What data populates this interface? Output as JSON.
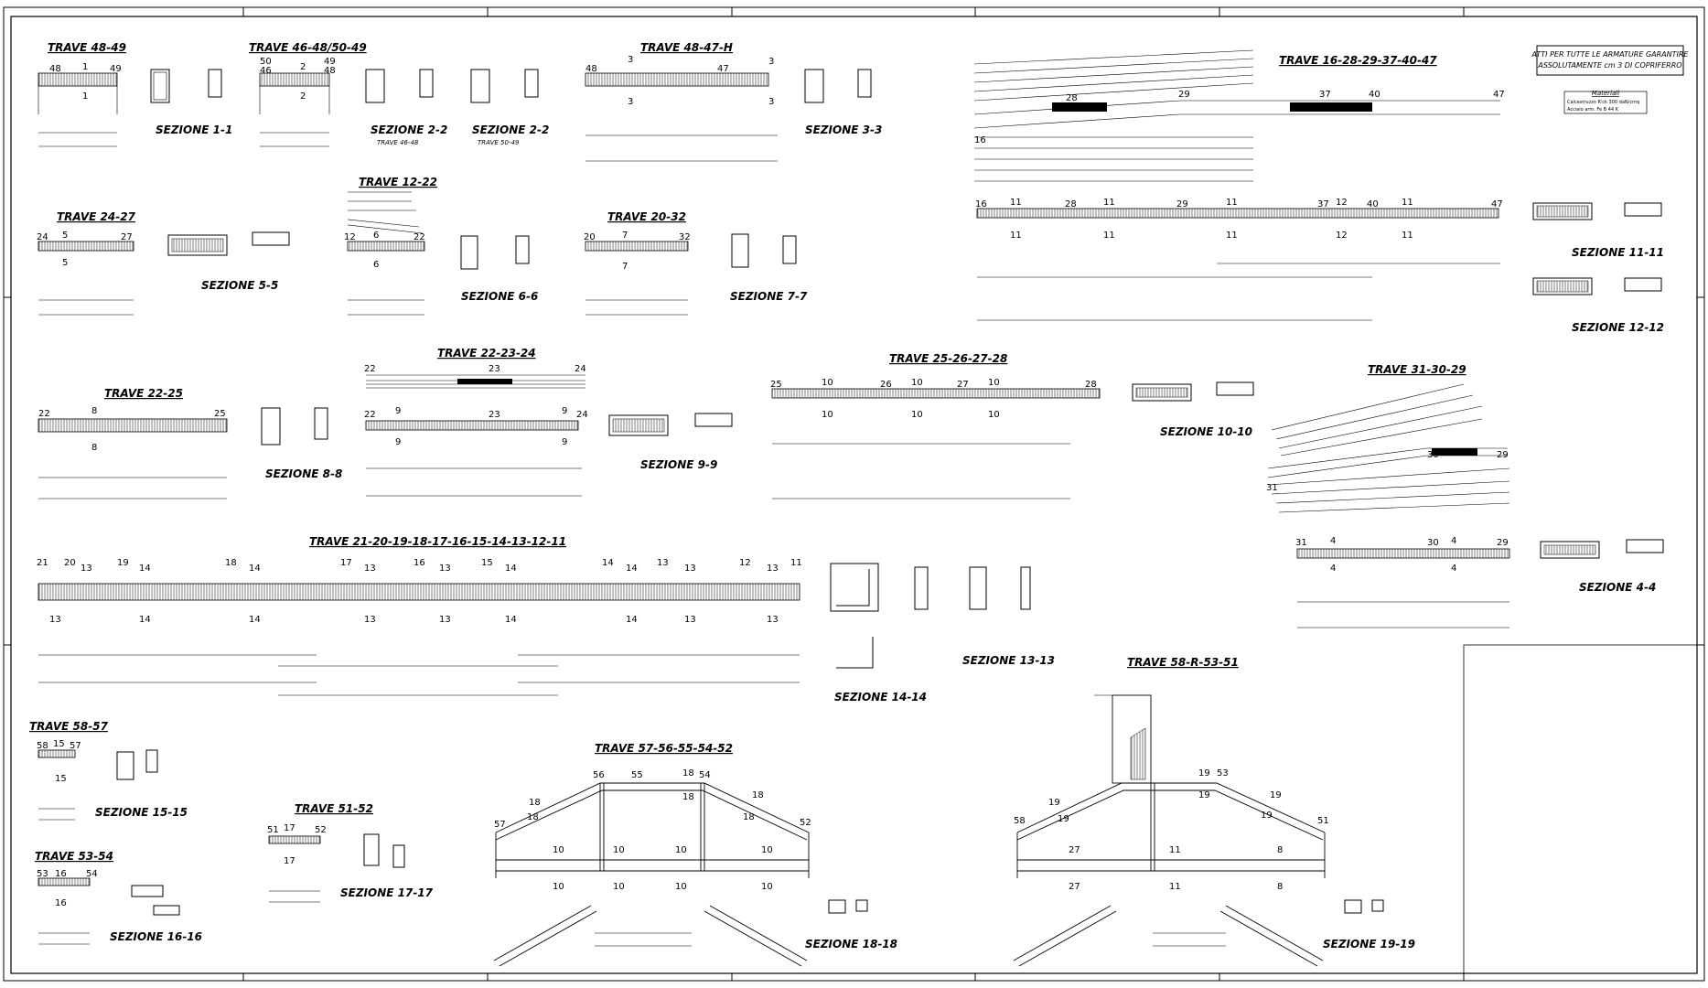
{
  "notes": {
    "line1": "ATTI PER TUTTE LE ARMATURE GARANTIRE",
    "line2": "ASSOLUTAMENTE cm 3 DI COPRIFERRO",
    "materials_title": "Materiali",
    "materials_1": "Calcestruzzo R'ck 300 daN/cmq",
    "materials_2": "Acciaio arm.   Fe B 44 K"
  },
  "beams": {
    "b1": "TRAVE 48-49",
    "b2": "TRAVE 46-48/50-49",
    "b3": "TRAVE 48-47-H",
    "b4": "TRAVE 16-28-29-37-40-47",
    "b5": "TRAVE 24-27",
    "b6": "TRAVE 12-22",
    "b7": "TRAVE 20-32",
    "b8": "TRAVE 22-25",
    "b9": "TRAVE 22-23-24",
    "b10": "TRAVE 25-26-27-28",
    "b11": "TRAVE 31-30-29",
    "b12": "TRAVE 21-20-19-18-17-16-15-14-13-12-11",
    "b13": "TRAVE 58-57",
    "b14": "TRAVE 58-R-53-51",
    "b15": "TRAVE 57-56-55-54-52",
    "b16": "TRAVE 51-52",
    "b17": "TRAVE 53-54"
  },
  "sections": {
    "s1": "SEZIONE 1-1",
    "s2a": "SEZIONE 2-2",
    "s2a_sub": "TRAVE 46-48",
    "s2b": "SEZIONE 2-2",
    "s2b_sub": "TRAVE 50-49",
    "s3": "SEZIONE 3-3",
    "s11": "SEZIONE 11-11",
    "s12": "SEZIONE 12-12",
    "s5": "SEZIONE 5-5",
    "s6": "SEZIONE 6-6",
    "s7": "SEZIONE 7-7",
    "s8": "SEZIONE 8-8",
    "s9": "SEZIONE 9-9",
    "s10": "SEZIONE 10-10",
    "s4": "SEZIONE 4-4",
    "s13": "SEZIONE 13-13",
    "s14": "SEZIONE 14-14",
    "s15": "SEZIONE 15-15",
    "s16": "SEZIONE 16-16",
    "s17": "SEZIONE 17-17",
    "s18": "SEZIONE 18-18",
    "s19": "SEZIONE 19-19"
  },
  "nodes": {
    "n48": "48",
    "n49": "49",
    "n46": "46",
    "n50": "50",
    "n47": "47",
    "n16": "16",
    "n28": "28",
    "n29": "29",
    "n37": "37",
    "n40": "40",
    "n24": "24",
    "n27": "27",
    "n12": "12",
    "n22": "22",
    "n20": "20",
    "n32": "32",
    "n25": "25",
    "n23": "23",
    "n26": "26",
    "n31": "31",
    "n30": "30",
    "n21": "21",
    "n19": "19",
    "n18": "18",
    "n17": "17",
    "n15": "15",
    "n14": "14",
    "n13": "13",
    "n11": "11",
    "n58": "58",
    "n57": "57",
    "n53": "53",
    "n54": "54",
    "n51": "51",
    "n52": "52",
    "n56": "56",
    "n55": "55"
  },
  "cuts": {
    "c1": "1",
    "c2": "2",
    "c3": "3",
    "c4": "4",
    "c5": "5",
    "c6": "6",
    "c7": "7",
    "c8": "8",
    "c9": "9",
    "c10": "10",
    "c11": "11",
    "c12": "12",
    "c13": "13",
    "c14": "14",
    "c15": "15",
    "c16": "16",
    "c17": "17",
    "c18": "18",
    "c19": "19",
    "c27": "27"
  },
  "colors": {
    "ink": "#000000",
    "paper": "#ffffff"
  }
}
